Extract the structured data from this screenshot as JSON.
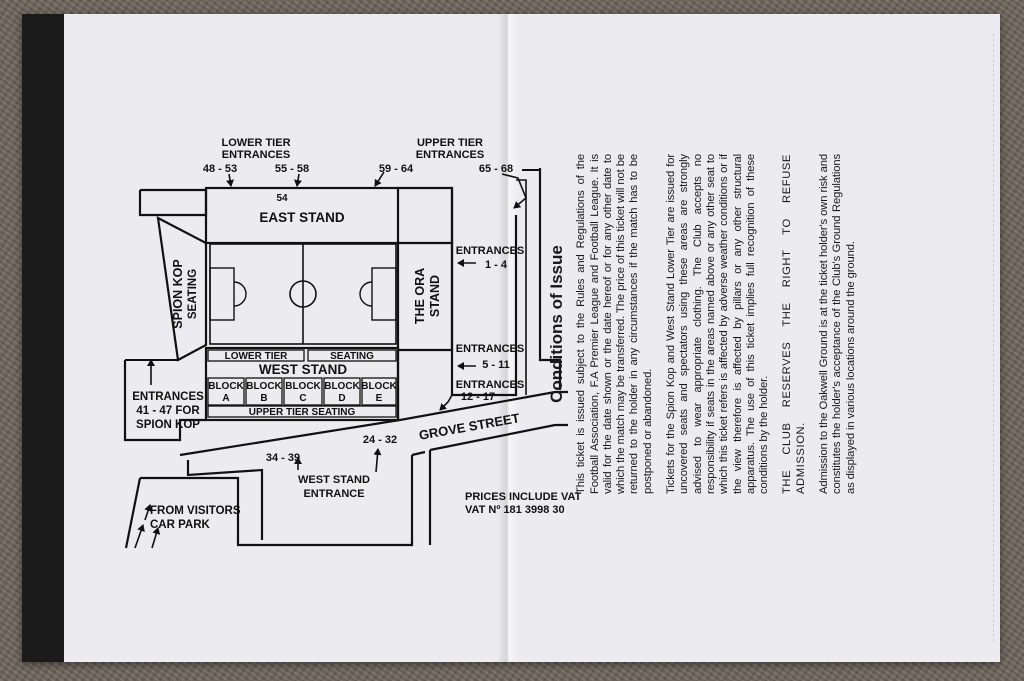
{
  "map": {
    "lower_tier_entrances": "LOWER TIER",
    "lower_tier_entrances_2": "ENTRANCES",
    "upper_tier_entrances": "UPPER TIER",
    "upper_tier_entrances_2": "ENTRANCES",
    "num_48_53": "48 - 53",
    "num_55_58": "55 - 58",
    "num_59_64": "59 - 64",
    "num_65_68": "65 - 68",
    "num_54": "54",
    "east_stand": "EAST STAND",
    "spion_kop": "SPION KOP",
    "seating": "SEATING",
    "the_ora": "THE ORA",
    "stand": "STAND",
    "entrances_1_4_a": "ENTRANCES",
    "entrances_1_4_b": "1 - 4",
    "entrances_5_11_a": "ENTRANCES",
    "entrances_5_11_b": "5 - 11",
    "entrances_12_17_a": "ENTRANCES",
    "entrances_12_17_b": "12 - 17",
    "lower_tier": "LOWER TIER",
    "seating_west": "SEATING",
    "west_stand": "WEST STAND",
    "block": "BLOCK",
    "blocks": [
      "A",
      "B",
      "C",
      "D",
      "E"
    ],
    "upper_tier_seating": "UPPER TIER SEATING",
    "entrances_41_a": "ENTRANCES",
    "entrances_41_b": "41 - 47 FOR",
    "entrances_41_c": "SPION KOP",
    "grove_street": "GROVE STREET",
    "num_34_39": "34 - 39",
    "num_24_32": "24 - 32",
    "west_stand_entrance_a": "WEST STAND",
    "west_stand_entrance_b": "ENTRANCE",
    "from_visitors_a": "FROM VISITORS",
    "from_visitors_b": "CAR PARK",
    "prices_vat": "PRICES INCLUDE VAT",
    "vat_no": "VAT Nº 181 3998 30"
  },
  "conditions": {
    "title": "Conditions of Issue",
    "p1": "This ticket is issued subject to the Rules and Regulations of the Football Association, F.A Premier League and Football League. It is valid for the date shown or the date hereof or for any other date to which the match may be transferred. The price of this ticket will not be returned to the holder in any circumstances if the match has to be postponed or abandoned.",
    "p2": "Tickets for the Spion Kop and West Stand Lower Tier are issued for uncovered seats and spectators using these areas are strongly advised to wear appropriate clothing. The Club accepts no responsibility if seats in the areas named above or any other seat to which this ticket refers is affected by adverse weather conditions or if the view therefore is affected by pillars or any other structural apparatus. The use of this ticket implies full recognition of these conditions by the holder.",
    "p3": "THE CLUB RESERVES THE RIGHT TO REFUSE ADMISSION.",
    "p4": "Admission to the Oakwell Ground is at the ticket holder's own risk and constitutes the holder's acceptance of the Club's Ground Regulations as displayed in various locations around the ground."
  }
}
